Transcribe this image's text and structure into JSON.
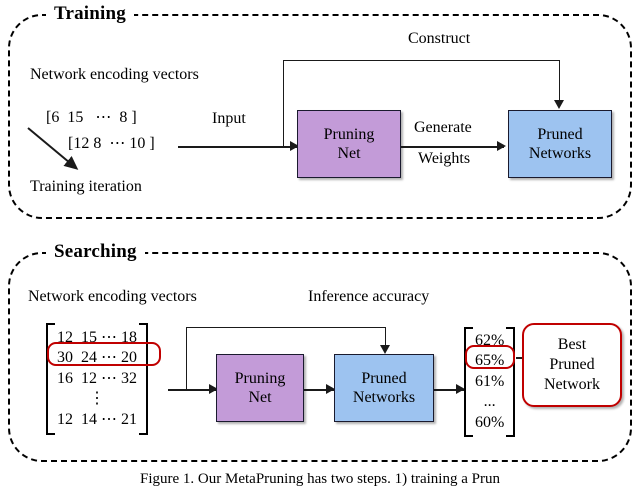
{
  "figure": {
    "caption": "Figure 1. Our MetaPruning has two steps. 1) training a Prun"
  },
  "colors": {
    "pruning_net_fill": "#c39bd8",
    "pruned_networks_fill": "#9dc3f0",
    "highlight_red": "#c00000",
    "line": "#1a1a1a",
    "background": "#ffffff"
  },
  "training": {
    "title": "Training",
    "vectors_label": "Network encoding vectors",
    "vector_rows": [
      "[6  15   ⋯  8 ]",
      "[12 8  ⋯ 10 ]"
    ],
    "iteration_label": "Training iteration",
    "input_label": "Input",
    "construct_label": "Construct",
    "generate_label_line1": "Generate",
    "generate_label_line2": "Weights",
    "pruning_net": {
      "line1": "Pruning",
      "line2": "Net"
    },
    "pruned_networks": {
      "line1": "Pruned",
      "line2": "Networks"
    }
  },
  "searching": {
    "title": "Searching",
    "vectors_label": "Network encoding vectors",
    "inference_label": "Inference accuracy",
    "matrix_rows": [
      "12  15 ⋯ 18",
      "30  24 ⋯ 20",
      "16  12 ⋯ 32",
      "⋮",
      "12  14 ⋯ 21"
    ],
    "highlighted_matrix_row_index": 1,
    "accuracy_rows": [
      "62%",
      "65%",
      "61%",
      "...",
      "60%"
    ],
    "highlighted_accuracy_row_index": 1,
    "pruning_net": {
      "line1": "Pruning",
      "line2": "Net"
    },
    "pruned_networks": {
      "line1": "Pruned",
      "line2": "Networks"
    },
    "best_pruned_network": {
      "line1": "Best",
      "line2": "Pruned",
      "line3": "Network"
    }
  }
}
